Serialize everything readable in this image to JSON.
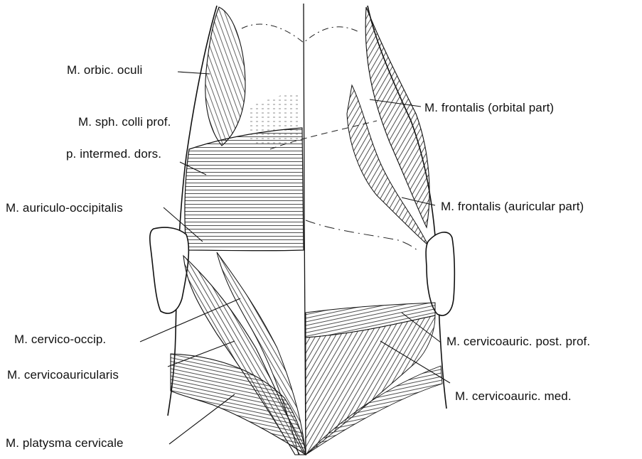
{
  "labels": {
    "orbic_oculi": "M. orbic. oculi",
    "sph_colli_prof": "M. sph. colli prof.",
    "intermed_dors": "p. intermed. dors.",
    "auriculo_occipitalis": "M. auriculo-occipitalis",
    "cervico_occip": "M. cervico-occip.",
    "cervicoauricularis": "M. cervicoauricularis",
    "platysma_cervicale": "M. platysma cervicale",
    "frontalis_orbital": "M. frontalis (orbital part)",
    "frontalis_auricular": "M. frontalis (auricular part)",
    "cervicoauric_post_prof": "M. cervicoauric. post. prof.",
    "cervicoauric_med": "M. cervicoauric. med."
  },
  "colors": {
    "ink": "#111111",
    "background": "#ffffff"
  }
}
